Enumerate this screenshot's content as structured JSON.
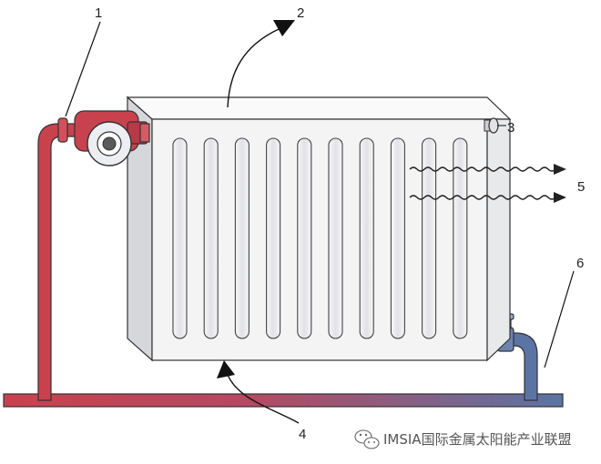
{
  "callouts": {
    "c1": "1",
    "c2": "2",
    "c3": "3",
    "c4": "4",
    "c5": "5",
    "c6": "6"
  },
  "watermark": {
    "text": "IMSIA国际金属太阳能产业联盟",
    "icon": "wechat-icon"
  },
  "colors": {
    "hot_pipe": "#c8424e",
    "cold_pipe": "#5a74a4",
    "radiator_face": "#f4f4f5",
    "radiator_fin": "#e3e4e7",
    "outline": "#333333",
    "arrow": "#111111"
  }
}
